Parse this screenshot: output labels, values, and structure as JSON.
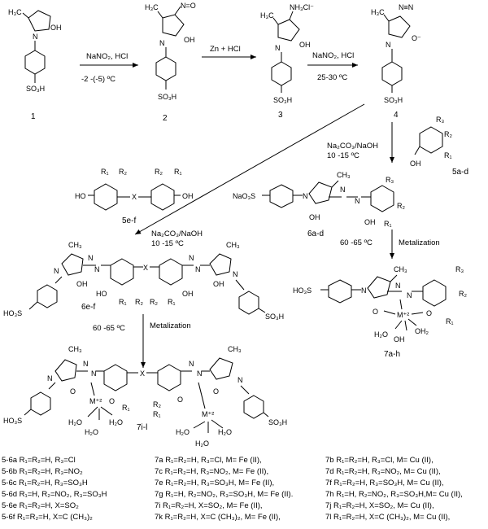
{
  "compounds": {
    "c1": "1",
    "c2": "2",
    "c3": "3",
    "c4": "4",
    "c5ad": "5a-d",
    "c5ef": "5e-f",
    "c6ad": "6a-d",
    "c6ef": "6e-f",
    "c7ah": "7a-h",
    "c7il": "7i-l"
  },
  "conditions": {
    "step1_reagent": "NaNO₂, HCl",
    "step1_temp": "-2 -(-5) ºC",
    "step2_reagent": "Zn + HCl",
    "step3_reagent": "NaNO₂, HCl",
    "step3_temp": "25-30 ºC",
    "coupling_reagent_a": "Na₂CO₃/NaOH",
    "coupling_temp_a": "10 -15 ºC",
    "coupling_reagent_b": "Na₂CO₃/NaOH",
    "coupling_temp_b": "10 -15 ºC",
    "metal_temp_a": "60 -65 ºC",
    "metal_temp_b": "60 -65 ºC",
    "metalization_a": "Metalization",
    "metalization_b": "Metalization"
  },
  "labels": {
    "CH3": "H₃C",
    "CH3b": "CH₃",
    "OH": "OH",
    "HO": "HO",
    "O": "O",
    "N": "N",
    "NO": "N=O",
    "SO3H": "SO₃H",
    "HO3S": "HO₃S",
    "NaO3S": "NaO₃S",
    "NH3Cl": "NH₃Cl⁻",
    "N2plus": "N≡N",
    "Ominus": "O⁻",
    "X": "X",
    "R1": "R₁",
    "R2": "R₂",
    "R3": "R₃",
    "M2": "M⁺²",
    "H2O": "H₂O",
    "OH2": "OH₂"
  },
  "legend": [
    {
      "left": "5-6a R₁=R₂=H, R₃=Cl",
      "mid": "7a R₁=R₂=H, R₃=Cl, M= Fe (II),",
      "right": "7b R₁=R₂=H, R₃=Cl,      M= Cu (II),"
    },
    {
      "left": "5-6b R₁=R₂=H, R₃=NO₂",
      "mid": "7c R₁=R₂=H, R₃=NO₂, M= Fe (II),",
      "right": "7d R₁=R₂=H, R₃=NO₂,   M= Cu (II),"
    },
    {
      "left": "5-6c R₁=R₂=H, R₃=SO₃H",
      "mid": "7e R₁=R₂=H, R₃=SO₃H, M= Fe (II),",
      "right": "7f R₁=R₂=H, R₃=SO₃H, M= Cu (II),"
    },
    {
      "left": "5-6d R₁=H, R₂=NO₂, R₃=SO₃H",
      "mid": "7g R₁=H, R₂=NO₂, R₃=SO₃H, M= Fe (II).",
      "right": "7h R₁=H, R₂=NO₂, R₃=SO₃H,M= Cu (II),"
    },
    {
      "left": "5-6e R₁=R₂=H, X=SO₂",
      "mid": "7i  R₁=R₂=H, X=SO₂, M= Fe (II),",
      "right": "7j R₁=R₂=H, X=SO₂, M= Cu (II),"
    },
    {
      "left": "5-6f  R₁=R₂=H, X=C (CH₃)₂",
      "mid": "7k R₁=R₂=H, X=C (CH₃)₂, M= Fe (II),",
      "right": "7l R₁=R₂=H, X=C (CH₃)₂, M= Cu (II),"
    }
  ]
}
